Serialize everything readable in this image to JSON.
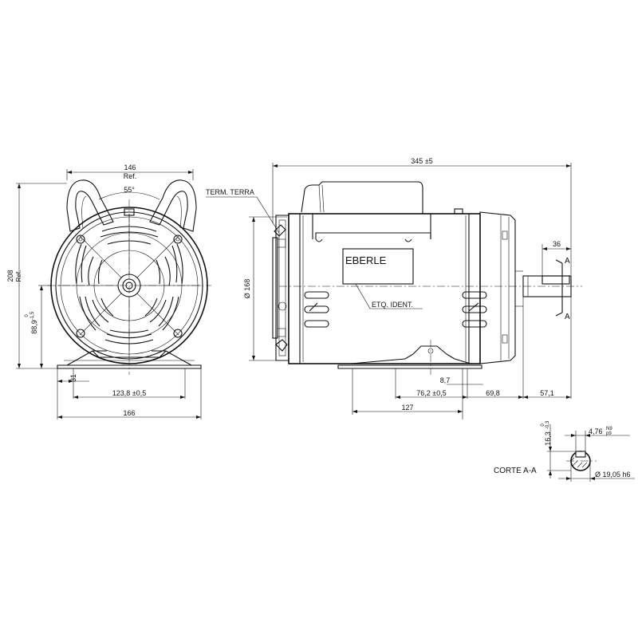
{
  "front_view": {
    "dim_146": "146",
    "dim_146_ref": "Ref.",
    "angle": "55°",
    "dim_208": "208",
    "dim_208_ref": "Ref.",
    "dim_889": "88,9",
    "dim_889_tol_upper": "0",
    "dim_889_tol_lower": "-1,5",
    "dim_31": "31",
    "dim_1238": "123,8 ±0,5",
    "dim_166": "166"
  },
  "side_view": {
    "dim_345": "345 ±5",
    "term_label": "TERM. TERRA",
    "dim_168": "Ø 168",
    "nameplate": "EBERLE",
    "etq_label": "ETQ. IDENT.",
    "dim_36": "36",
    "section_mark": "A",
    "dim_87": "8,7",
    "dim_762": "76,2 ±0,5",
    "dim_698": "69,8",
    "dim_571": "57,1",
    "dim_127": "127"
  },
  "section": {
    "title": "CORTE A-A",
    "dim_163": "16,3",
    "dim_163_tol_upper": "0",
    "dim_163_tol_lower": "-0,3",
    "dim_476": "4,76",
    "dim_476_fit": "N9",
    "dim_476_fit2": "p9",
    "dim_1905": "Ø 19,05 h6"
  }
}
